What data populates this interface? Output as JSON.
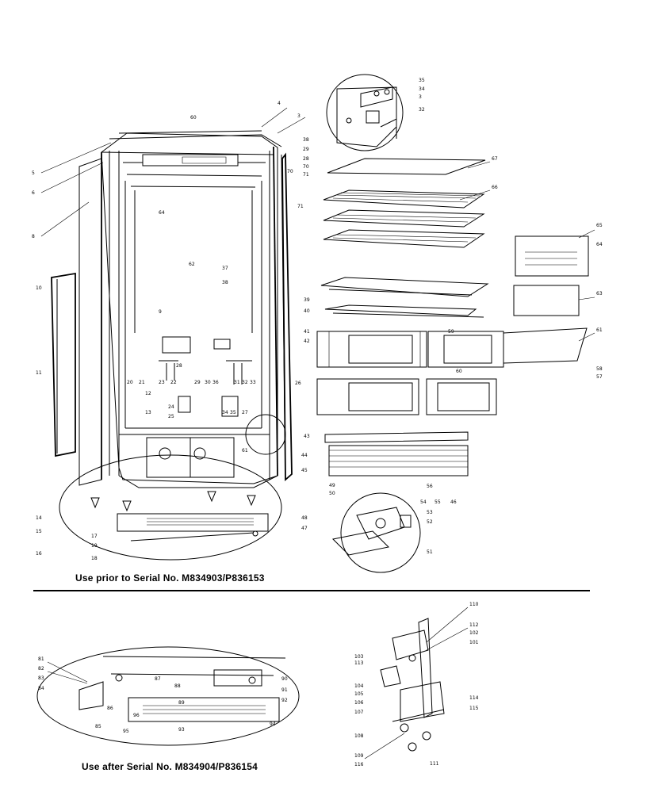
{
  "captions": {
    "top": "Use prior to Serial No. M834903/P836153",
    "bottom": "Use after Serial No. M834904/P836154"
  },
  "callouts": {
    "cabinet": [
      "4",
      "3",
      "5",
      "6",
      "8",
      "10",
      "11",
      "9",
      "12",
      "13",
      "14",
      "15",
      "16",
      "17",
      "18",
      "19",
      "20",
      "21",
      "22",
      "23",
      "24",
      "25",
      "26",
      "27",
      "28",
      "29",
      "30",
      "31",
      "32",
      "33",
      "34",
      "35",
      "36",
      "37",
      "38",
      "60",
      "61",
      "62",
      "64",
      "70",
      "71"
    ],
    "hinge_top": [
      "35",
      "34",
      "3",
      "32",
      "38",
      "29",
      "28",
      "70",
      "71"
    ],
    "shelves": [
      "67",
      "66",
      "39",
      "40",
      "41",
      "42"
    ],
    "crisper": [
      "65",
      "64",
      "63",
      "60",
      "59",
      "61",
      "58",
      "57",
      "43"
    ],
    "hinge_bottom": [
      "44",
      "45",
      "46",
      "49",
      "50",
      "52",
      "53",
      "54",
      "55",
      "56",
      "47",
      "48",
      "51"
    ],
    "kick_new": [
      "81",
      "82",
      "83",
      "84",
      "85",
      "86",
      "87",
      "88",
      "89",
      "90",
      "91",
      "92",
      "93",
      "94",
      "95",
      "96"
    ],
    "hinge_new": [
      "110",
      "112",
      "102",
      "103",
      "101",
      "104",
      "105",
      "106",
      "107",
      "108",
      "109",
      "111",
      "113",
      "114",
      "115",
      "116"
    ]
  }
}
